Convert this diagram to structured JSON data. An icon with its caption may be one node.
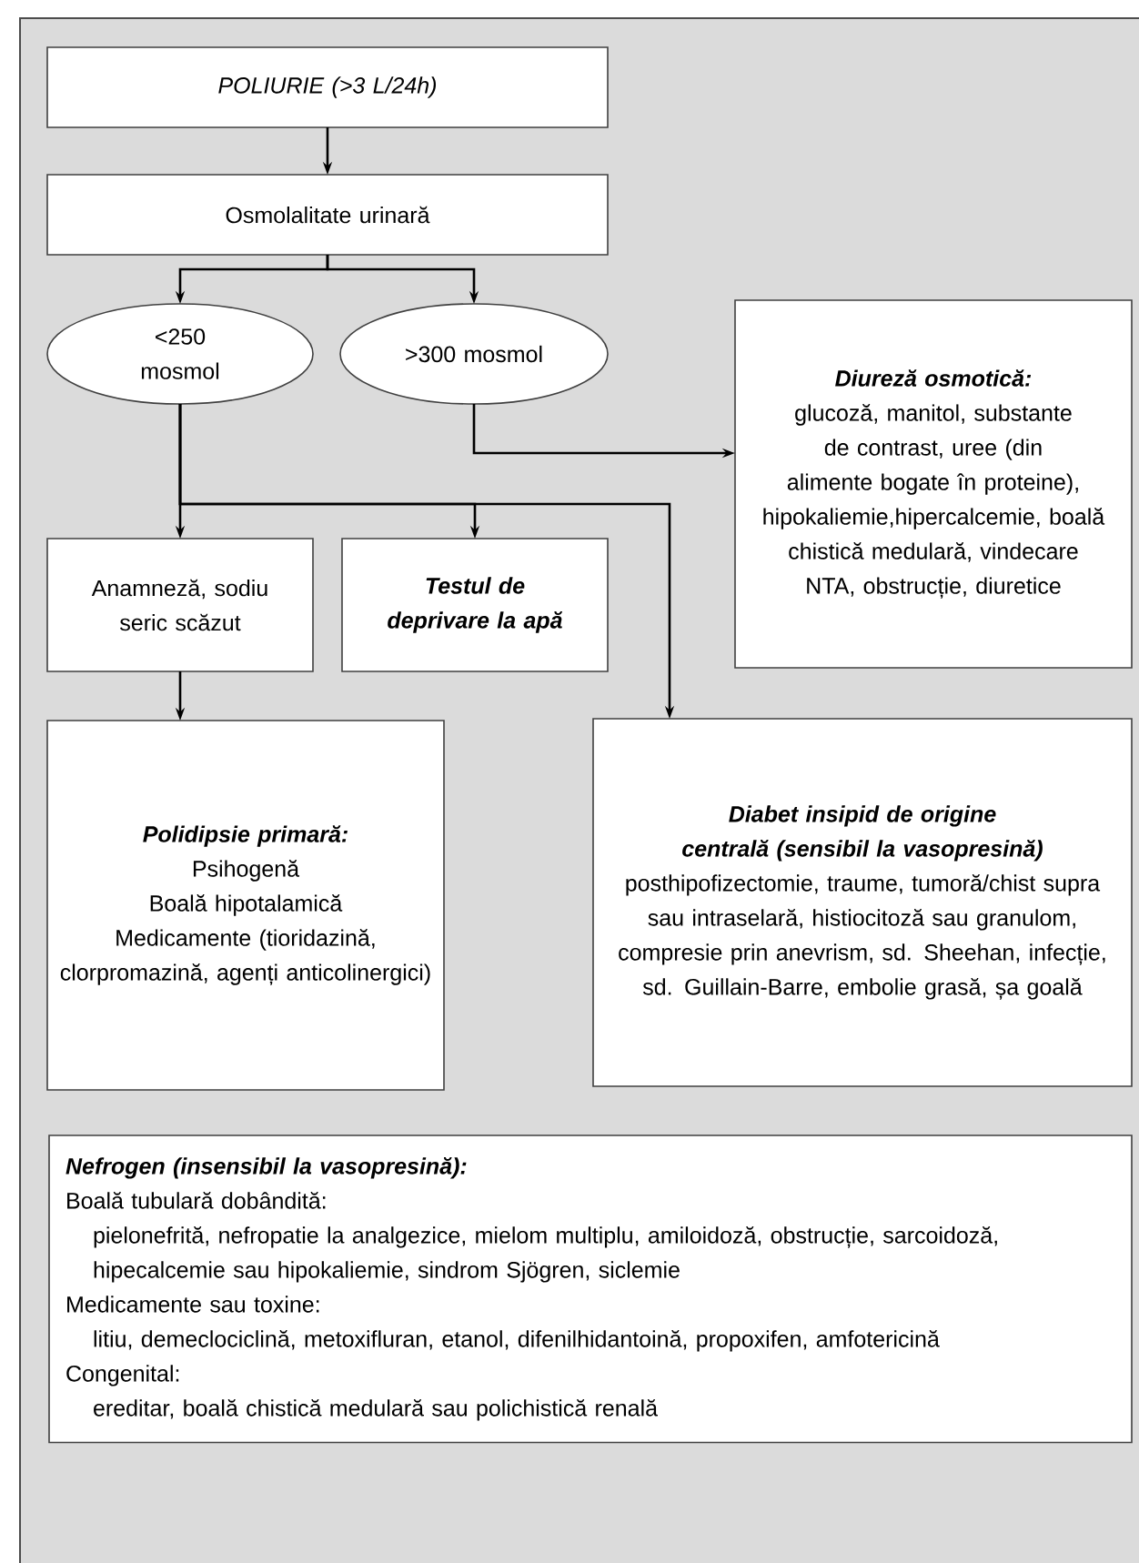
{
  "diagram": {
    "nodes": [
      {
        "text": [
          "POLIURIE (>3 L/24h)"
        ]
      },
      {
        "text": [
          "Osmolalitate urinară"
        ]
      },
      {
        "text": [
          "<250 mosmol"
        ]
      },
      {
        "text": [
          ">300 mosmol"
        ]
      },
      {
        "text": [
          "Diureză osmotică:",
          "glucoză, manitol, substante de contrast, uree (din alimente bogate în proteine), hipokaliemie,hipercalcemie, boală chistică medulară, vindecare NTA, obstrucție, diuretice"
        ]
      },
      {
        "text": [
          "Anamneză, sodiu seric scăzut"
        ]
      },
      {
        "text": [
          "Testul de deprivare la apă"
        ]
      },
      {
        "text": [
          "Polidipsie primară:",
          "Psihogenă",
          "Boală hipotalamică",
          "Medicamente (tioridazină, clorpromazină, agenți anticolinergici)"
        ]
      },
      {
        "text": [
          "Diabet insipid de origine centrală (sensibil la vasopresină)",
          "posthipofizectomie, traume, tumoră/chist supra sau intraselară, histiocitoză sau granulom, compresie prin anevrism, sd. Sheehan, infecție, sd. Guillain-Barre, embolie grasă, șa goală"
        ]
      },
      {
        "text": [
          "Nefrogen (insensibil la vasopresină):",
          "Boală tubulară dobândită:",
          "pielonefrită, nefropatie la analgezice, mielom multiplu, amiloidoză, obstrucție, sarcoidoză, hipecalcemie sau hipokaliemie, sindrom Sjögren, siclemie",
          "Medicamente sau toxine:",
          "litiu, demeclociclină, metoxifluran, etanol, difenilhidantoină, propoxifen, amfotericină",
          "Congenital:",
          "ereditar, boală chistică medulară sau polichistică renală"
        ]
      }
    ],
    "edges": [
      {
        "from": 0,
        "to": 1,
        "arrow": "to"
      },
      {
        "from": 1,
        "to": 2,
        "arrow": "to"
      },
      {
        "from": 1,
        "to": 3,
        "arrow": "to"
      },
      {
        "from": 3,
        "to": 4,
        "arrow": "to"
      },
      {
        "from": 2,
        "to": 5,
        "arrow": "to"
      },
      {
        "from": 2,
        "to": 6,
        "arrow": "to"
      },
      {
        "from": 2,
        "to": 8,
        "arrow": "to"
      },
      {
        "from": 5,
        "to": 7,
        "arrow": "to"
      }
    ]
  }
}
